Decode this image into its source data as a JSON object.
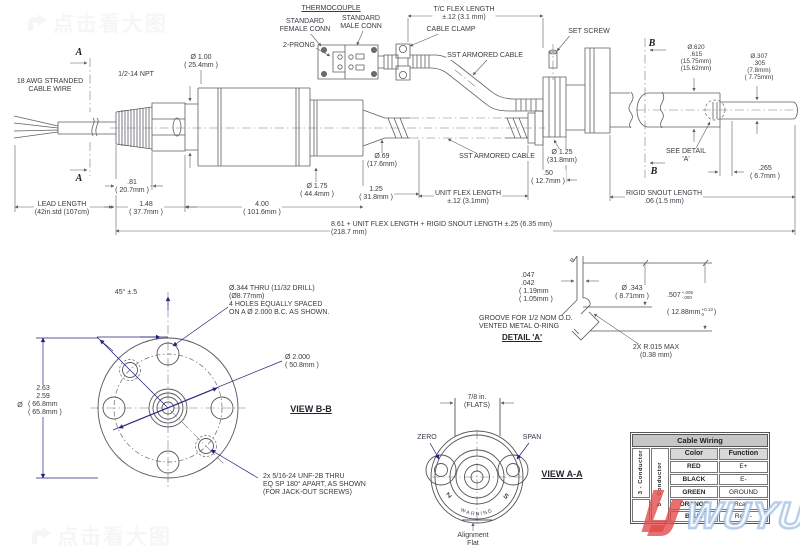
{
  "watermarks": {
    "click_hint": "点击看大图",
    "brand": "WUYUE"
  },
  "main_view": {
    "section_a": "A",
    "section_b": "B",
    "awg_label": "18 AWG STRANDED\nCABLE WIRE",
    "npt_label": "1/2-14 NPT",
    "dia_100": "Ø  1.00\n( 25.4mm )",
    "thermocouple": "THERMOCOUPLE",
    "female_conn": "STANDARD\nFEMALE CONN",
    "male_conn": "STANDARD\nMALE CONN",
    "two_prong": "2-PRONG",
    "tc_flex": "T/C FLEX LENGTH\n±.12 (3.1 mm)",
    "cable_clamp": "CABLE CLAMP",
    "sst_cable_top": "SST ARMORED CABLE",
    "set_screw": "SET SCREW",
    "dia_620": "Ø.620\n.615\n(15.75mm)\n(15.62mm)",
    "dia_307": "Ø.307\n.305\n(7.8mm)\n( 7.75mm)",
    "dia_69": "Ø.69\n(17.6mm)",
    "sst_cable_mid": "SST ARMORED CABLE",
    "dia_125_clamp": "Ø 1.25\n(31.8mm)",
    "dim_50": ".50\n( 12.7mm )",
    "see_detail": "SEE DETAIL\n'A'",
    "dim_265": ".265\n( 6.7mm )",
    "rigid_snout": "RIGID SNOUT LENGTH\n.06 (1.5 mm)",
    "dim_81": ".81\n( 20.7mm )",
    "lead_length": "LEAD LENGTH\n(42in.std (107cm)",
    "dim_148": "1.48\n( 37.7mm )",
    "dim_400": "4.00\n( 101.6mm )",
    "dia_175": "Ø  1.75\n( 44.4mm )",
    "dim_125": "1.25\n( 31.8mm )",
    "unit_flex": "UNIT FLEX LENGTH\n±.12 (3.1mm)",
    "overall": "8.61 + UNIT FLEX LENGTH + RIGID SNOUT LENGTH ±.25 (6.35 mm)\n(218.7 mm)"
  },
  "view_bb": {
    "angle": "45° ±.5",
    "holes_note": "Ø.344 THRU (11/32 DRILL)\n(Ø8.77mm)\n4 HOLES EQUALLY SPACED\nON A Ø 2.000 B.C. AS SHOWN.",
    "bc_dia": "Ø  2.000\n( 50.8mm )",
    "title": "VIEW B-B",
    "od_nums": "2.63\n2.59",
    "od_symbol": "Ø",
    "od_mm": "( 66.8mm\n( 65.8mm )",
    "jack_note": "2x 5/16-24 UNF-2B THRU\nEQ SP 180° APART, AS SHOWN\n(FOR JACK-OUT SCREWS)"
  },
  "view_aa": {
    "flats": "7/8 in.\n(FLATS)",
    "zero": "ZERO",
    "span": "SPAN",
    "title": "VIEW A-A",
    "z": "Z",
    "s": "S",
    "warning": "WARNING",
    "alignment": "Alignment\nFlat"
  },
  "detail_a": {
    "groove_dims": " .047\n .042\n( 1.19mm\n( 1.05mm )",
    "groove_note": "GROOVE FOR 1/2 NOM O.D.\nVENTED METAL O-RING",
    "title": "DETAIL 'A'",
    "r_label": "R",
    "dia_343": "Ø  .343\n( 8.71mm )",
    "d507": ".507",
    "d507_tp": "+.005",
    "d507_tm": "-.000",
    "d507_mm": "( 12.88mm",
    "d507_mm_tp": "+0.13",
    "d507_mm_tm": "0",
    "d507_close": ")",
    "radius_note": "2X R.015 MAX\n(0.38 mm)"
  },
  "table": {
    "title": "Cable Wiring",
    "col_color": "Color",
    "col_function": "Function",
    "group3": "3 - Conductor",
    "group5": "5 - Conductor",
    "rows": [
      {
        "color": "RED",
        "func": "E+"
      },
      {
        "color": "BLACK",
        "func": "E-"
      },
      {
        "color": "GREEN",
        "func": "GROUND"
      },
      {
        "color": "ORANGE",
        "func": "Rcal +"
      },
      {
        "color": "BLUE",
        "func": "Rcal -"
      }
    ]
  },
  "colors": {
    "line": "#5f5f66",
    "leader_navy": "#23237f",
    "brand_red": "#e04848",
    "brand_blue": "#91b2de"
  }
}
